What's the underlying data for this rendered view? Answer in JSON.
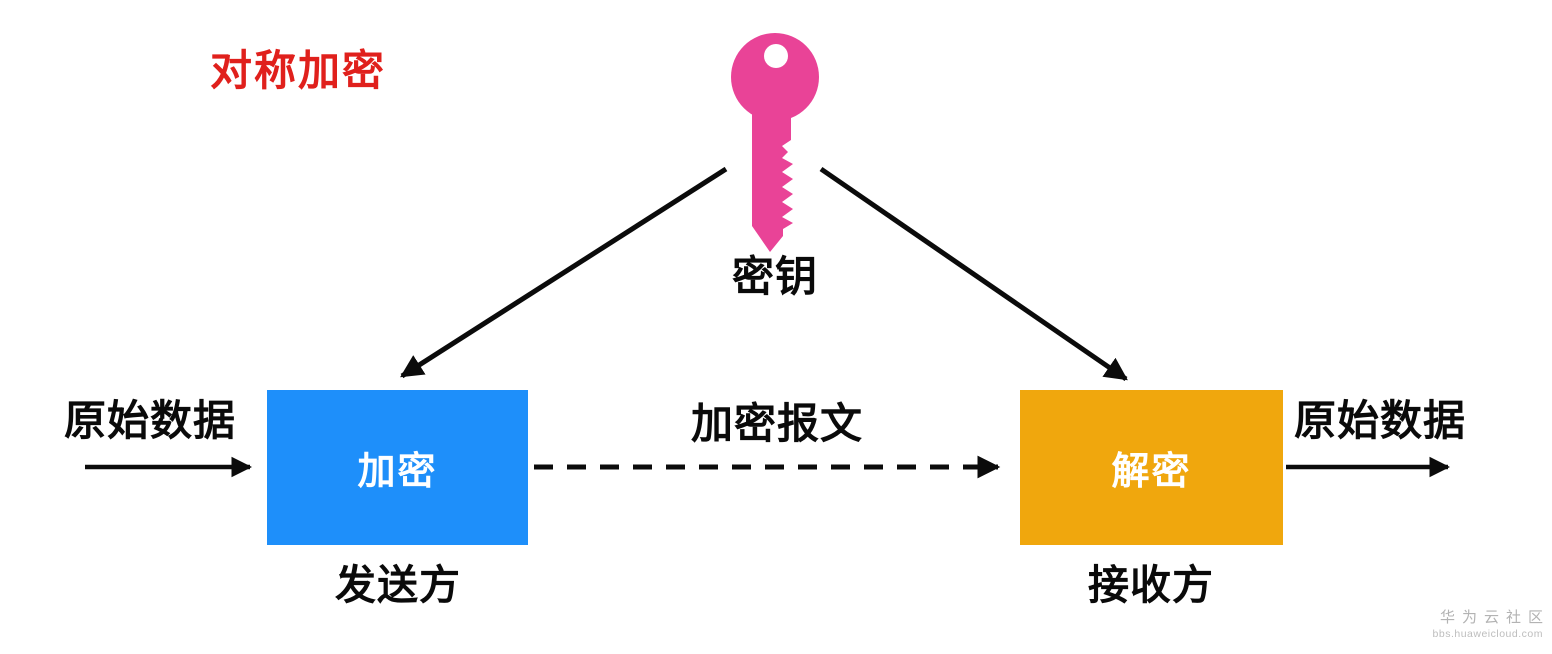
{
  "title": "对称加密",
  "key": {
    "label": "密钥"
  },
  "flow": {
    "input_label": "原始数据",
    "encrypt": {
      "box_label": "加密",
      "party_label": "发送方"
    },
    "channel_label": "加密报文",
    "decrypt": {
      "box_label": "解密",
      "party_label": "接收方"
    },
    "output_label": "原始数据"
  },
  "colors": {
    "title_red": "#E0201C",
    "key_pink": "#E94397",
    "encrypt_blue": "#1E8FFA",
    "decrypt_orange": "#F0A70D",
    "arrow_black": "#0B0B0B",
    "watermark_gray": "#B3B3B3"
  },
  "watermark": {
    "line1": "华为云社区",
    "line2": "bbs.huaweicloud.com"
  }
}
